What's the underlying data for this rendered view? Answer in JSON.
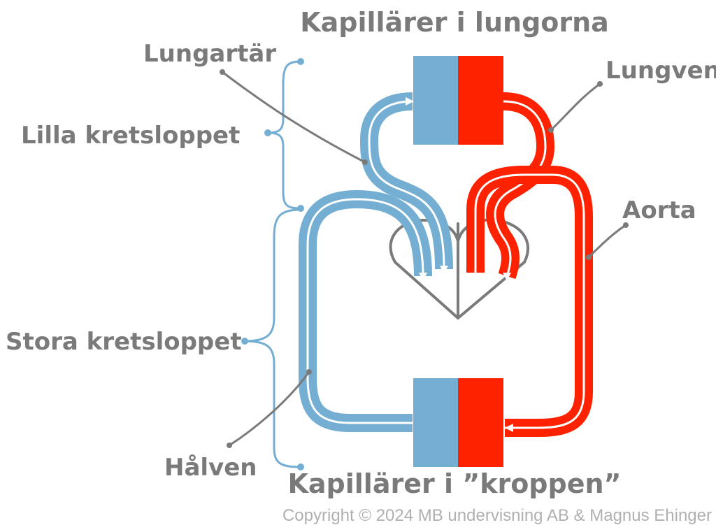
{
  "title_top": "Kapillärer i lungorna",
  "title_bottom": "Kapillärer i ”kroppen”",
  "labels": {
    "lungartar": "Lungartär",
    "lungven": "Lungven",
    "aorta": "Aorta",
    "halven": "Hålven",
    "lilla": "Lilla kretsloppet",
    "stora": "Stora kretsloppet"
  },
  "copyright": "Copyright © 2024 MB undervisning AB & Magnus Ehinger",
  "colors": {
    "blue": "#74aed2",
    "red": "#ff2200",
    "gray": "#7a7a7a"
  }
}
